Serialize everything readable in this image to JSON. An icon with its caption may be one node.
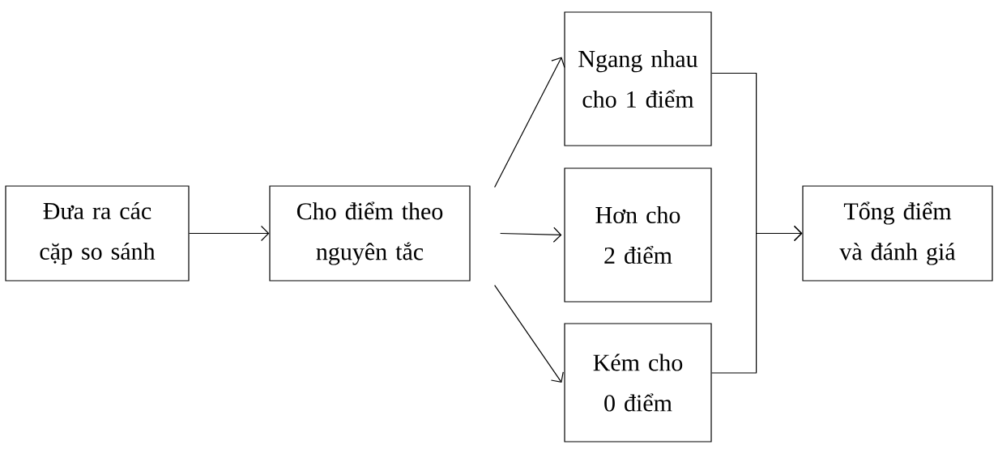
{
  "diagram": {
    "nodes": [
      {
        "text": [
          "Đưa ra các cặp so sánh"
        ]
      },
      {
        "text": [
          "Cho điểm theo nguyên tắc"
        ]
      },
      {
        "text": [
          "Ngang nhau cho 1 điểm"
        ]
      },
      {
        "text": [
          "Hơn cho 2 điểm"
        ]
      },
      {
        "text": [
          "Kém cho 0 điểm"
        ]
      },
      {
        "text": [
          "Tổng điểm và đánh giá"
        ]
      }
    ],
    "edges": [
      {
        "from": 0,
        "to": 1,
        "arrow": "to"
      },
      {
        "from": 1,
        "to": 2,
        "arrow": "to"
      },
      {
        "from": 1,
        "to": 3,
        "arrow": "to"
      },
      {
        "from": 1,
        "to": 4,
        "arrow": "to"
      },
      {
        "from": 2,
        "to": 5,
        "arrow": "to"
      },
      {
        "from": 4,
        "to": 5,
        "arrow": "to"
      }
    ]
  }
}
